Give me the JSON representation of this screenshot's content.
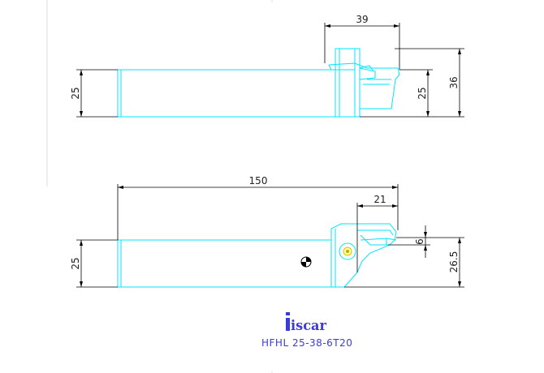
{
  "dimensions": {
    "top_width": "39",
    "top_height_outer": "36",
    "top_height_inner": "25",
    "top_shank": "25",
    "bottom_length": "150",
    "bottom_head": "21",
    "bottom_slot": "6",
    "bottom_height": "26.5",
    "bottom_shank": "25"
  },
  "brand": {
    "logo": "iscar"
  },
  "caption": "HFHL  25-38-6T20",
  "colors": {
    "part_line": "#00e5ff",
    "dimension_line": "#000000",
    "caption": "#3b3bd8"
  }
}
